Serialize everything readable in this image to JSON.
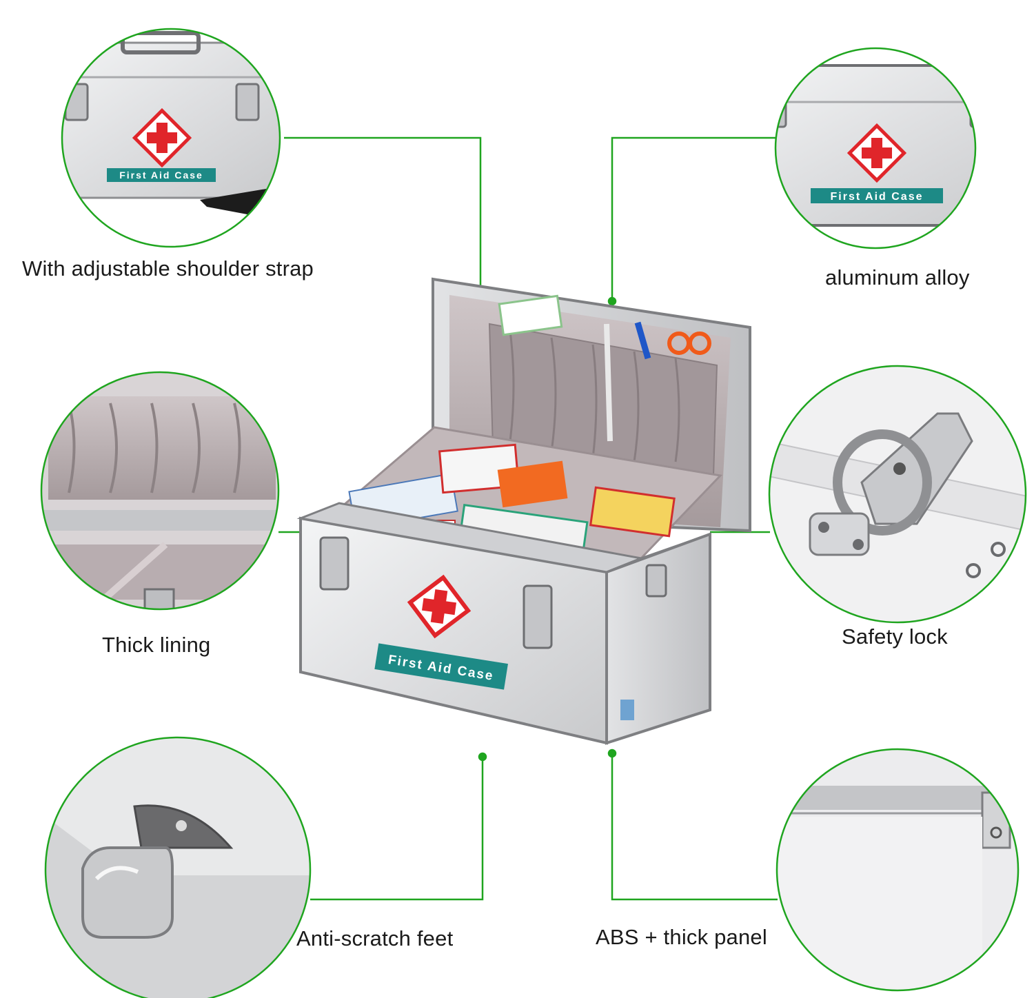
{
  "colors": {
    "accent_green": "#1fa51f",
    "label_teal": "#1d8a86",
    "cross_red": "#e0252a",
    "aluminum": "#d9dadc",
    "lining": "#b8acae"
  },
  "case_label": "First Aid Case",
  "features": [
    {
      "id": "strap",
      "caption": "With adjustable shoulder strap"
    },
    {
      "id": "alloy",
      "caption": "aluminum alloy"
    },
    {
      "id": "lining",
      "caption": "Thick lining"
    },
    {
      "id": "lock",
      "caption": "Safety lock"
    },
    {
      "id": "feet",
      "caption": "Anti-scratch feet"
    },
    {
      "id": "panel",
      "caption": "ABS + thick panel"
    }
  ]
}
